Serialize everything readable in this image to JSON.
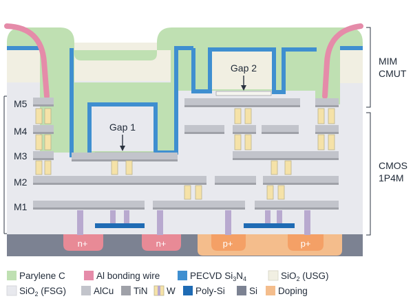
{
  "labels": {
    "layers": [
      "M5",
      "M4",
      "M3",
      "M2",
      "M1"
    ],
    "right_top": [
      "MIM",
      "CMUT"
    ],
    "right_bottom": [
      "CMOS",
      "1P4M"
    ],
    "gap1": "Gap 1",
    "gap2": "Gap 2",
    "doping": [
      "n+",
      "n+",
      "p+",
      "p+"
    ]
  },
  "legend": [
    {
      "name": "Parylene C",
      "color": "#bfe0b2",
      "sub": ""
    },
    {
      "name": "Al bonding wire",
      "color": "#e58ba9",
      "sub": ""
    },
    {
      "name": "PECVD Si3N4",
      "color": "#3f8fd0",
      "sub": ""
    },
    {
      "name": "SiO2 (USG)",
      "color": "#f1efe2",
      "sub": ""
    },
    {
      "name": "SiO2 (FSG)",
      "color": "#e8e9ee",
      "sub": ""
    },
    {
      "name": "AlCu",
      "color": "#c2c4cb",
      "sub": ""
    },
    {
      "name": "TiN",
      "color": "#9fa1a8",
      "sub": ""
    },
    {
      "name": "W",
      "color": "#f5e2a8",
      "sub": ""
    },
    {
      "name": "Poly-Si",
      "color": "#1f6bb4",
      "sub": ""
    },
    {
      "name": "Si",
      "color": "#7c8292",
      "sub": ""
    },
    {
      "name": "Doping",
      "color": "#f4bd8c",
      "sub": ""
    }
  ],
  "colors": {
    "parylene": "#bfe0b2",
    "bond": "#e58ba9",
    "nitride": "#3f8fd0",
    "usg": "#f1efe2",
    "fsg": "#e8e9ee",
    "alcu": "#c2c4cb",
    "tin": "#9fa1a8",
    "w": "#f5e2a8",
    "poly": "#1f6bb4",
    "si": "#7c8292",
    "doping": "#f4bd8c",
    "ndop": "#e88a96"
  }
}
